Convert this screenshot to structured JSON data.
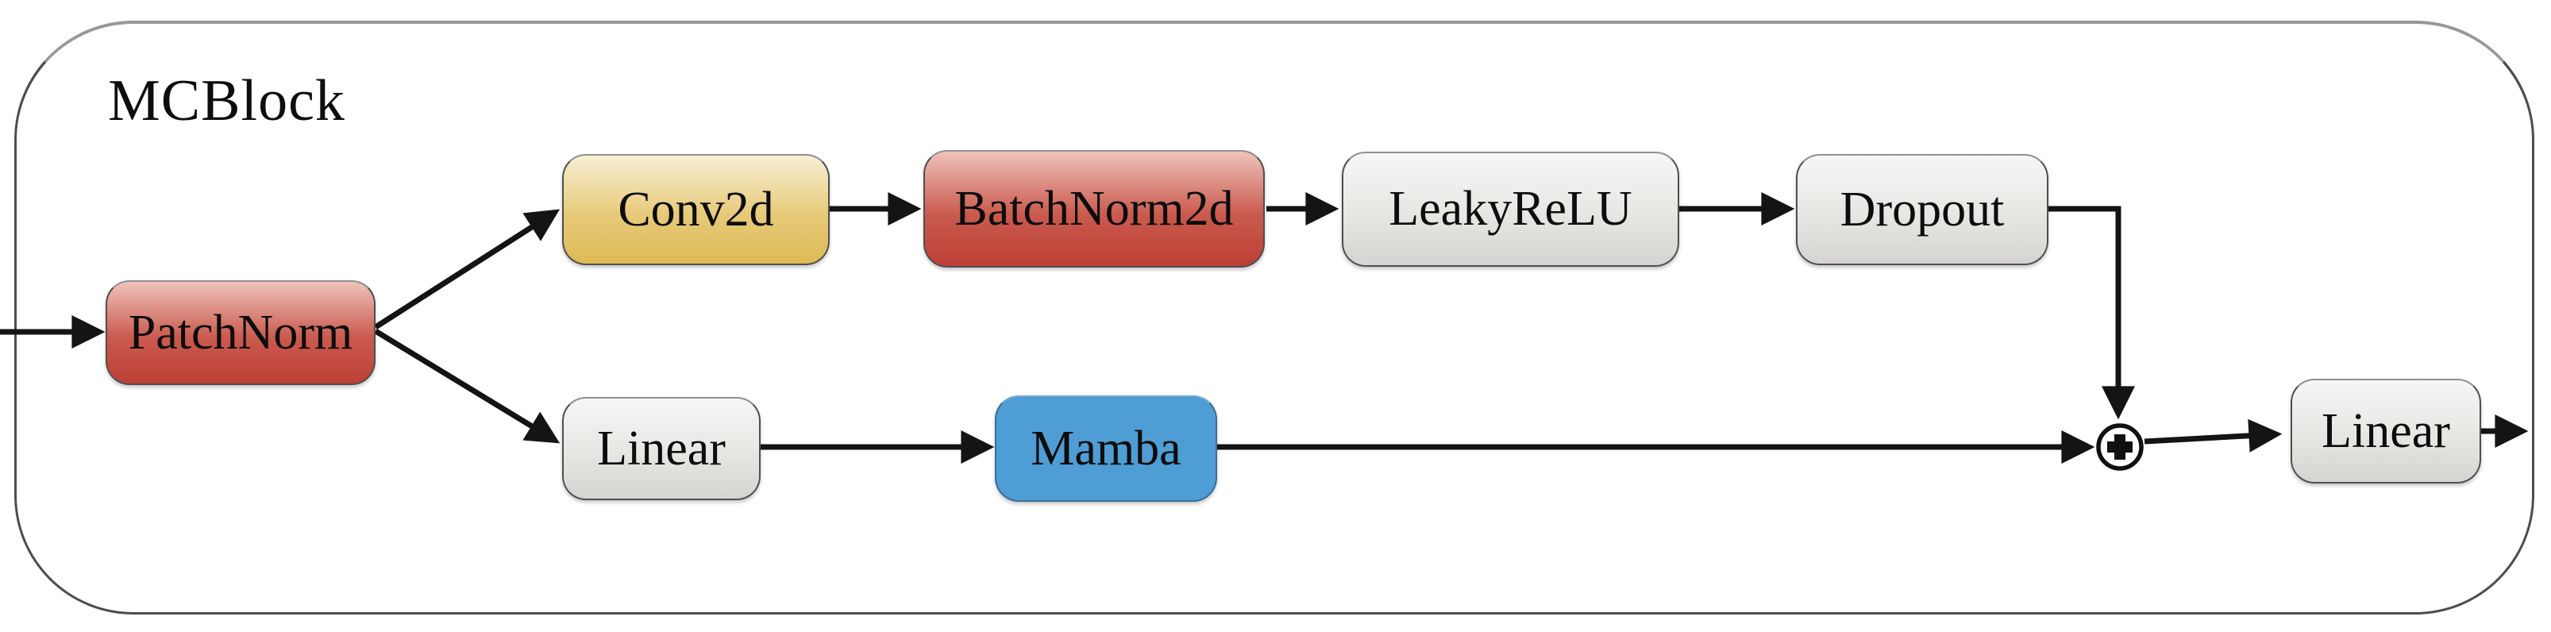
{
  "frame": {
    "title": "MCBlock"
  },
  "nodes": {
    "patchnorm": {
      "label": "PatchNorm",
      "fill": "red-gradient"
    },
    "conv2d": {
      "label": "Conv2d",
      "fill": "yellow-gradient"
    },
    "batchnorm2d": {
      "label": "BatchNorm2d",
      "fill": "red-gradient"
    },
    "leakyrelu": {
      "label": "LeakyReLU",
      "fill": "gray-gradient"
    },
    "dropout": {
      "label": "Dropout",
      "fill": "gray-gradient"
    },
    "linear_bottom": {
      "label": "Linear",
      "fill": "gray-gradient"
    },
    "mamba": {
      "label": "Mamba",
      "fill": "blue-flat"
    },
    "add": {
      "symbol": "plus-in-circle"
    },
    "linear_out": {
      "label": "Linear",
      "fill": "gray-gradient"
    }
  },
  "edges": [
    {
      "from": "input",
      "to": "patchnorm"
    },
    {
      "from": "patchnorm",
      "to": "conv2d"
    },
    {
      "from": "patchnorm",
      "to": "linear_bottom"
    },
    {
      "from": "conv2d",
      "to": "batchnorm2d"
    },
    {
      "from": "batchnorm2d",
      "to": "leakyrelu"
    },
    {
      "from": "leakyrelu",
      "to": "dropout"
    },
    {
      "from": "dropout",
      "to": "add"
    },
    {
      "from": "linear_bottom",
      "to": "mamba"
    },
    {
      "from": "mamba",
      "to": "add"
    },
    {
      "from": "add",
      "to": "linear_out"
    },
    {
      "from": "linear_out",
      "to": "output"
    }
  ],
  "colors": {
    "red_top": "#EFC3BA",
    "red_bottom": "#BD4036",
    "yellow_top": "#F7EFD4",
    "yellow_bottom": "#DDBA55",
    "gray_top": "#F7F6F5",
    "gray_bottom": "#D5D4D1",
    "blue": "#4F9DD5",
    "edge": "#141414",
    "node_border": "#4F4F4F",
    "frame_border": "#4D4D4D"
  }
}
